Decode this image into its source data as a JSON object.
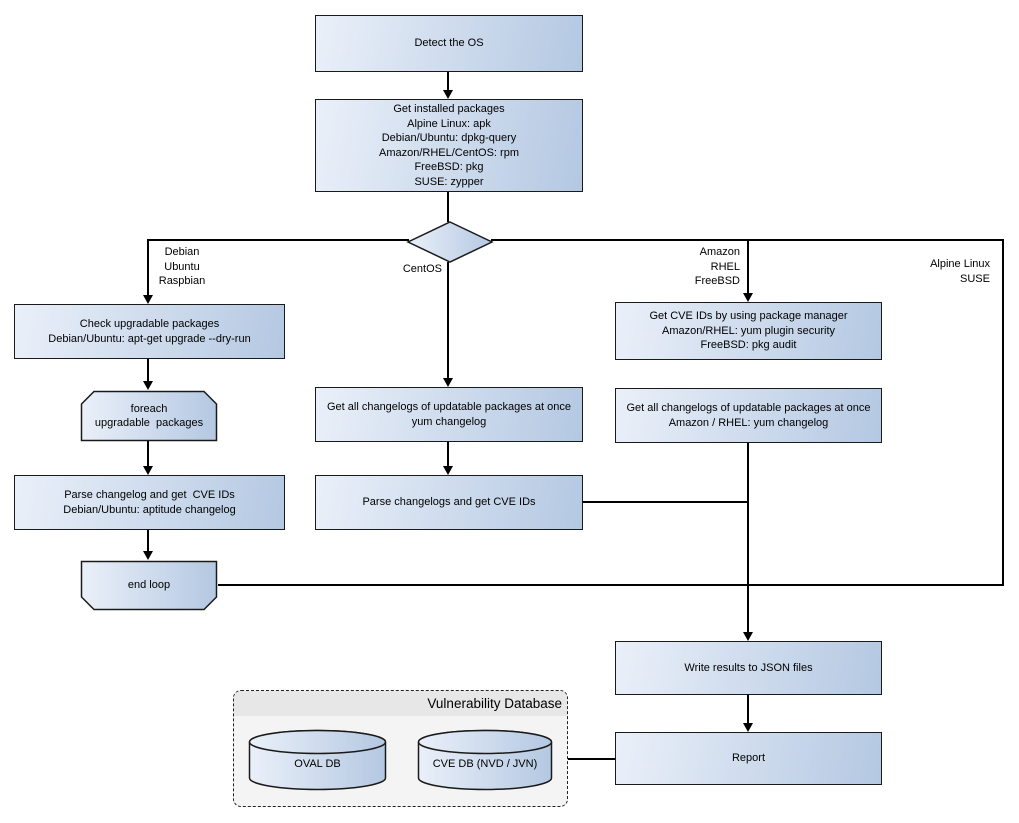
{
  "nodes": {
    "detect_os": {
      "label": "Detect the OS"
    },
    "get_installed_packages": {
      "label": "Get installed packages\nAlpine Linux: apk\nDebian/Ubuntu: dpkg-query\nAmazon/RHEL/CentOS: rpm\nFreeBSD: pkg\nSUSE: zypper"
    },
    "check_upgradable": {
      "label": "Check upgradable packages\nDebian/Ubuntu: apt-get upgrade --dry-run"
    },
    "foreach_loop": {
      "label": "foreach\nupgradable  packages"
    },
    "parse_changelog_deb": {
      "label": "Parse changelog and get  CVE IDs\nDebian/Ubuntu: aptitude changelog"
    },
    "end_loop": {
      "label": "end loop"
    },
    "get_changelogs_centos": {
      "label": "Get all changelogs of updatable packages at once\nyum changelog"
    },
    "parse_changelogs_centos": {
      "label": "Parse changelogs and get CVE IDs"
    },
    "get_cve_ids_pkg_mgr": {
      "label": "Get CVE IDs by using package manager\nAmazon/RHEL: yum plugin security\nFreeBSD: pkg audit"
    },
    "get_changelogs_amazon": {
      "label": "Get all changelogs of updatable packages at once\nAmazon / RHEL: yum changelog"
    },
    "write_results": {
      "label": "Write results to JSON files"
    },
    "report": {
      "label": "Report"
    }
  },
  "branch_labels": {
    "debian": "Debian\nUbuntu\nRaspbian",
    "centos": "CentOS",
    "amazon": "Amazon\nRHEL\nFreeBSD",
    "alpine": "Alpine Linux\nSUSE"
  },
  "database_group": {
    "title": "Vulnerability Database",
    "oval_db": "OVAL DB",
    "cve_db": "CVE DB (NVD / JVN)"
  },
  "colors": {
    "node_fill_light": "#eaf0f9",
    "node_fill_dark": "#b4c8e2",
    "node_border": "#1a1a1a",
    "connector": "#000000",
    "group_header_bg": "#e7e7e7",
    "group_body_bg": "#f4f4f4"
  }
}
